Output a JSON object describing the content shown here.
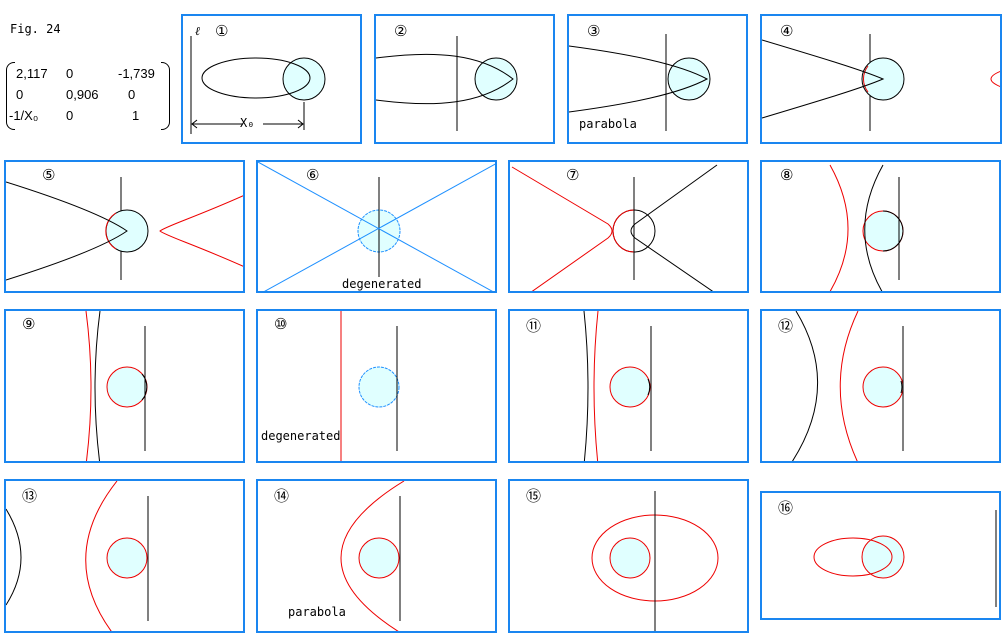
{
  "figure_title": "Fig. 24",
  "matrix": [
    [
      "2,117",
      "0",
      "-1,739"
    ],
    [
      "0",
      "0,906",
      "0"
    ],
    [
      "-1/X₀",
      "0",
      "1"
    ]
  ],
  "panels": [
    {
      "number": "①",
      "axis_label": "ℓ",
      "distance_label": "X₀"
    },
    {
      "number": "②"
    },
    {
      "number": "③",
      "label": "parabola"
    },
    {
      "number": "④"
    },
    {
      "number": "⑤"
    },
    {
      "number": "⑥",
      "label": "degenerated"
    },
    {
      "number": "⑦"
    },
    {
      "number": "⑧"
    },
    {
      "number": "⑨"
    },
    {
      "number": "⑩",
      "label": "degenerated"
    },
    {
      "number": "⑪"
    },
    {
      "number": "⑫"
    },
    {
      "number": "⑬"
    },
    {
      "number": "⑭",
      "label": "parabola"
    },
    {
      "number": "⑮"
    },
    {
      "number": "⑯"
    }
  ],
  "colors": {
    "border": "#1a86f0",
    "circle_fill": "#e0ffff",
    "red": "#ee0000",
    "blue": "#1e90ff"
  }
}
